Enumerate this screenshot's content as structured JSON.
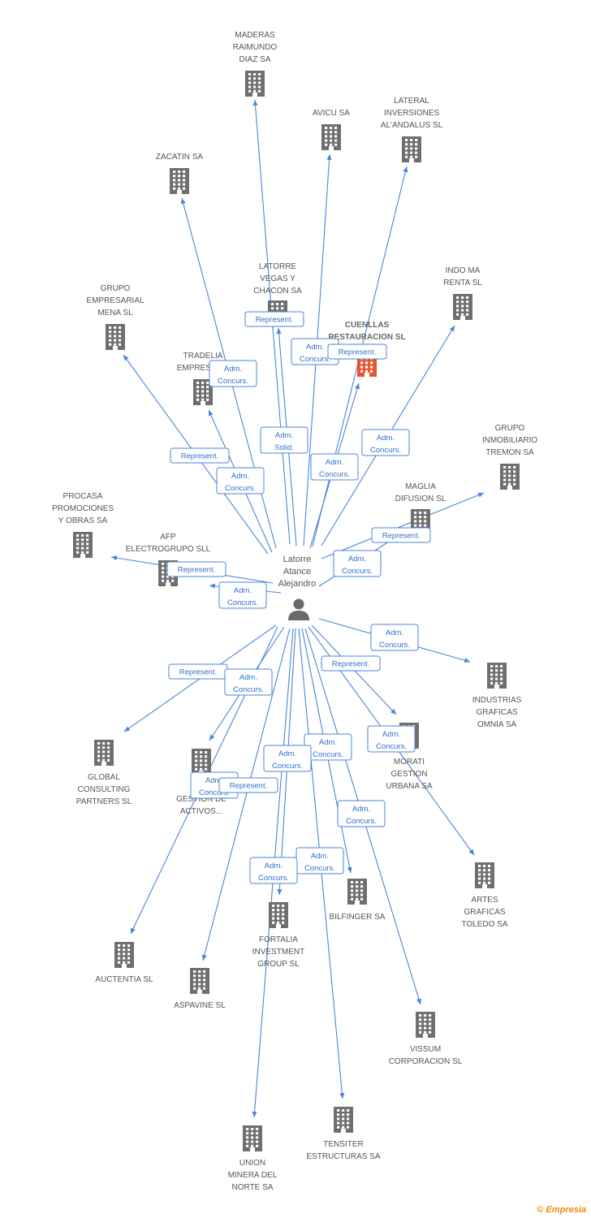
{
  "colors": {
    "edge": "#4a86d8",
    "building": "#6f6f6f",
    "highlight": "#e8542c",
    "person": "#6a6a6a"
  },
  "center": {
    "name_lines": [
      "Latorre",
      "Atance",
      "Alejandro"
    ],
    "icon": "person-icon"
  },
  "companies": [
    {
      "id": "maderas",
      "lines": [
        "MADERAS",
        "RAIMUNDO",
        "DIAZ SA"
      ]
    },
    {
      "id": "avicu",
      "lines": [
        "AVICU SA"
      ]
    },
    {
      "id": "lateral",
      "lines": [
        "LATERAL",
        "INVERSIONES",
        "AL'ANDALUS SL"
      ]
    },
    {
      "id": "zacatin",
      "lines": [
        "ZACATIN SA"
      ]
    },
    {
      "id": "latorre_vegas",
      "lines": [
        "LATORRE",
        "VEGAS Y",
        "CHACON SA"
      ]
    },
    {
      "id": "indomarenta",
      "lines": [
        "INDO MA",
        "RENTA SL"
      ]
    },
    {
      "id": "grupo_mena",
      "lines": [
        "GRUPO",
        "EMPRESARIAL",
        "MENA SL"
      ]
    },
    {
      "id": "cuenllas",
      "lines": [
        "CUENLLAS",
        "RESTAURACION SL"
      ],
      "highlight": true
    },
    {
      "id": "tradelia",
      "lines": [
        "TRADELIA",
        "EMPRESAR..."
      ]
    },
    {
      "id": "tremon",
      "lines": [
        "GRUPO",
        "INMOBILIARIO",
        "TREMON SA"
      ]
    },
    {
      "id": "maglia",
      "lines": [
        "MAGLIA",
        "DIFUSION SL"
      ]
    },
    {
      "id": "procasa",
      "lines": [
        "PROCASA",
        "PROMOCIONES",
        "Y OBRAS SA"
      ]
    },
    {
      "id": "afp",
      "lines": [
        "AFP",
        "ELECTROGRUPO SLL"
      ]
    },
    {
      "id": "industrias",
      "lines": [
        "INDUSTRIAS",
        "GRAFICAS",
        "OMNIA SA"
      ]
    },
    {
      "id": "global",
      "lines": [
        "GLOBAL",
        "CONSULTING",
        "PARTNERS SL"
      ]
    },
    {
      "id": "gestion",
      "lines": [
        "GESTION DE",
        "ACTIVOS..."
      ]
    },
    {
      "id": "morati",
      "lines": [
        "MORATI",
        "GESTION",
        "URBANA SA"
      ]
    },
    {
      "id": "artes",
      "lines": [
        "ARTES",
        "GRAFICAS",
        "TOLEDO SA"
      ]
    },
    {
      "id": "bilfinger",
      "lines": [
        "BILFINGER SA"
      ]
    },
    {
      "id": "fortalia",
      "lines": [
        "FORTALIA",
        "INVESTMENT",
        "GROUP SL"
      ]
    },
    {
      "id": "auctentia",
      "lines": [
        "AUCTENTIA SL"
      ]
    },
    {
      "id": "aspavine",
      "lines": [
        "ASPAVINE SL"
      ]
    },
    {
      "id": "vissum",
      "lines": [
        "VISSUM",
        "CORPORACION SL"
      ]
    },
    {
      "id": "tensiter",
      "lines": [
        "TENSITER",
        "ESTRUCTURAS SA"
      ]
    },
    {
      "id": "union",
      "lines": [
        "UNION",
        "MINERA DEL",
        "NORTE SA"
      ]
    }
  ],
  "relations": [
    {
      "target": "maderas",
      "lines": [
        "Represent."
      ]
    },
    {
      "target": "avicu",
      "lines": [
        "Adm.",
        "Concurs."
      ]
    },
    {
      "target": "lateral",
      "lines": [
        "Represent."
      ]
    },
    {
      "target": "zacatin",
      "lines": [
        "Adm.",
        "Concurs."
      ]
    },
    {
      "target": "latorre_vegas",
      "lines": [
        "Adm.",
        "Solid."
      ]
    },
    {
      "target": "indomarenta",
      "lines": [
        "Adm.",
        "Concurs."
      ]
    },
    {
      "target": "grupo_mena",
      "lines": [
        "Represent."
      ]
    },
    {
      "target": "cuenllas",
      "lines": [
        "Adm.",
        "Concurs."
      ]
    },
    {
      "target": "tradelia",
      "lines": [
        "Adm.",
        "Concurs."
      ]
    },
    {
      "target": "tremon",
      "lines": [
        "Represent."
      ]
    },
    {
      "target": "maglia",
      "lines": [
        "Adm.",
        "Concurs."
      ]
    },
    {
      "target": "procasa",
      "lines": [
        "Represent."
      ]
    },
    {
      "target": "afp",
      "lines": [
        "Adm.",
        "Concurs."
      ]
    },
    {
      "target": "industrias",
      "lines": [
        "Adm.",
        "Concurs."
      ]
    },
    {
      "target": "global",
      "lines": [
        "Represent."
      ]
    },
    {
      "target": "gestion",
      "lines": [
        "Adm.",
        "Concurs."
      ]
    },
    {
      "target": "morati",
      "lines": [
        "Represent."
      ]
    },
    {
      "target": "artes",
      "lines": [
        "Adm.",
        "Concurs."
      ]
    },
    {
      "target": "bilfinger",
      "lines": [
        "Adm.",
        "Concurs."
      ]
    },
    {
      "target": "fortalia",
      "lines": [
        "Adm.",
        "Concurs."
      ]
    },
    {
      "target": "auctentia",
      "lines": [
        "Adm.",
        "Concurs."
      ]
    },
    {
      "target": "aspavine",
      "lines": [
        "Represent."
      ]
    },
    {
      "target": "vissum",
      "lines": [
        "Adm.",
        "Concurs."
      ]
    },
    {
      "target": "tensiter",
      "lines": [
        "Adm.",
        "Concurs."
      ]
    },
    {
      "target": "union",
      "lines": [
        "Adm.",
        "Concurs."
      ]
    }
  ],
  "footer": {
    "copyright": "©",
    "brand": "Empresia"
  }
}
